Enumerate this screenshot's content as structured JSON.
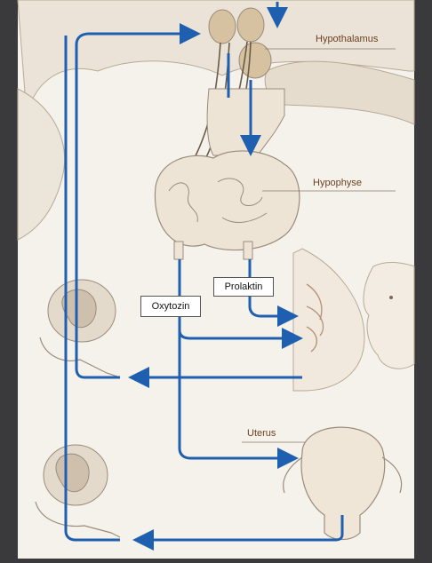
{
  "labels": {
    "hypothalamus": "Hypothalamus",
    "hypophyse": "Hypophyse",
    "uterus": "Uterus"
  },
  "hormones": {
    "prolaktin": "Prolaktin",
    "oxytozin": "Oxytozin"
  },
  "colors": {
    "page_bg": "#3a3a3c",
    "paper": "#f5f2ec",
    "organ_fill": "#ede4d6",
    "neuron_fill": "#d6c2a0",
    "pathway": "#1f5fb0",
    "outline": "#9a8b7a",
    "label_text": "#6b3f1e"
  }
}
